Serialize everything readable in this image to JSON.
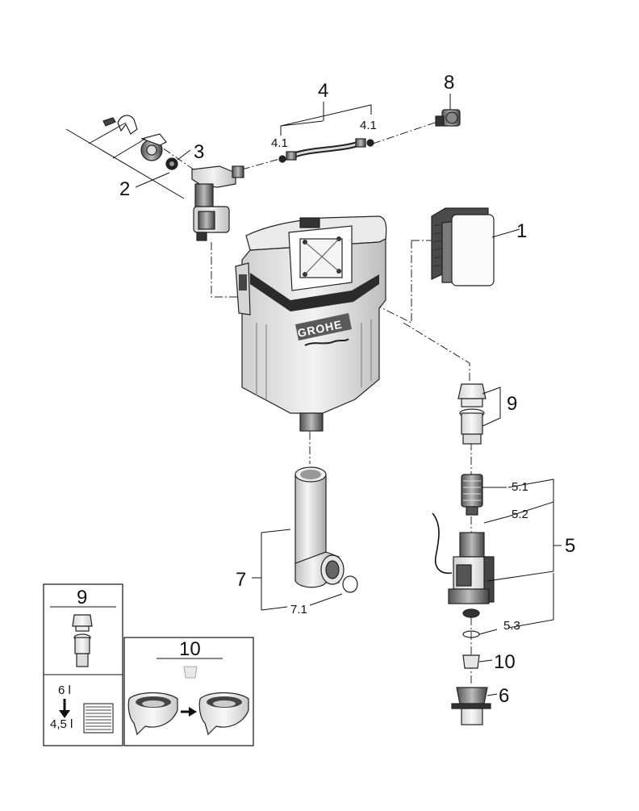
{
  "labels": {
    "p1": "1",
    "p2": "2",
    "p3": "3",
    "p4": "4",
    "p4_1a": "4.1",
    "p4_1b": "4.1",
    "p5": "5",
    "p5_1": "5.1",
    "p5_2": "5.2",
    "p5_3": "5.3",
    "p6": "6",
    "p7": "7",
    "p7_1": "7.1",
    "p8": "8",
    "p9": "9",
    "p10": "10"
  },
  "inset9": {
    "title": "9",
    "setting_top": "6 l",
    "setting_bottom": "4,5 l"
  },
  "inset10": {
    "title": "10"
  },
  "brand": "GROHE"
}
